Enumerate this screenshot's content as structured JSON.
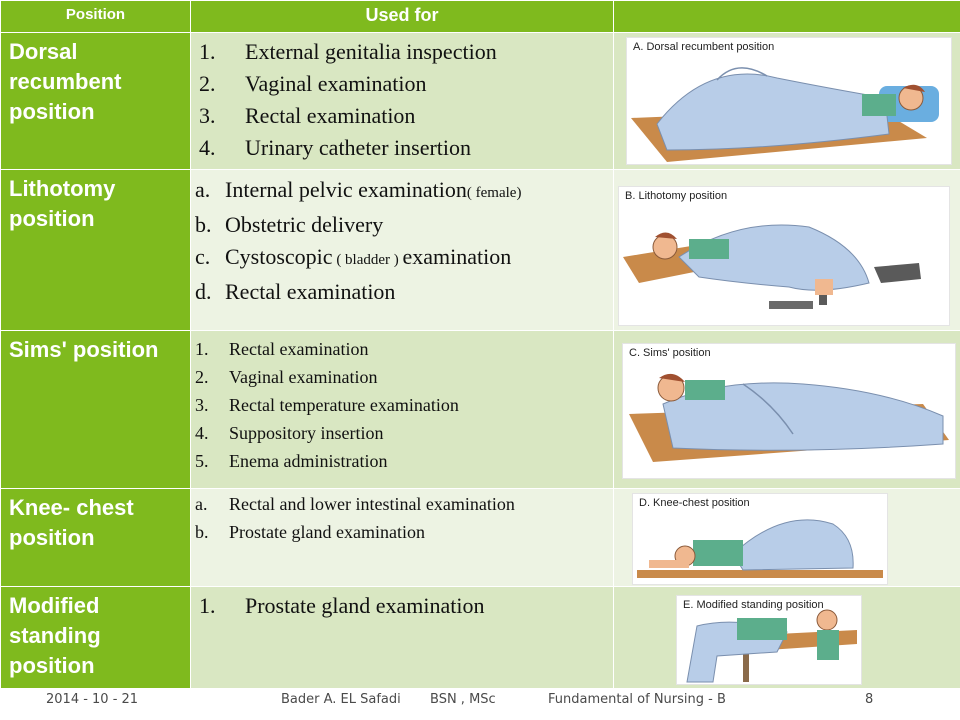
{
  "header": {
    "position_label": "Position",
    "used_for_label": "Used for",
    "image_label": ""
  },
  "rows": [
    {
      "position": "Dorsal recumbent position",
      "uses": [
        {
          "marker": "1.",
          "text": "External genitalia inspection"
        },
        {
          "marker": "2.",
          "text": "Vaginal examination"
        },
        {
          "marker": "3.",
          "text": "Rectal examination"
        },
        {
          "marker": "4.",
          "text": "Urinary catheter insertion"
        }
      ],
      "image_caption": "A. Dorsal recumbent position"
    },
    {
      "position": "Lithotomy position",
      "uses": [
        {
          "marker": "a.",
          "text": "Internal pelvic examination",
          "note": "( female)"
        },
        {
          "marker": "b.",
          "text": "Obstetric delivery"
        },
        {
          "marker": "c.",
          "text": "Cystoscopic",
          "note": " ( bladder ) ",
          "text2": "examination"
        },
        {
          "marker": "d.",
          "text": "Rectal examination"
        }
      ],
      "image_caption": "B. Lithotomy position"
    },
    {
      "position": "Sims' position",
      "uses": [
        {
          "marker": "1.",
          "text": "Rectal examination"
        },
        {
          "marker": "2.",
          "text": "Vaginal examination"
        },
        {
          "marker": "3.",
          "text": "Rectal temperature examination"
        },
        {
          "marker": "4.",
          "text": "Suppository insertion"
        },
        {
          "marker": "5.",
          "text": "Enema administration"
        }
      ],
      "image_caption": "C. Sims' position"
    },
    {
      "position": "Knee- chest position",
      "uses": [
        {
          "marker": "a.",
          "text": "Rectal and lower intestinal examination"
        },
        {
          "marker": "b.",
          "text": "Prostate gland examination"
        }
      ],
      "image_caption": "D. Knee-chest position"
    },
    {
      "position": "Modified standing position",
      "uses": [
        {
          "marker": "1.",
          "text": "Prostate gland examination"
        }
      ],
      "image_caption": "E. Modified standing position"
    }
  ],
  "footer": {
    "date": "2014 - 10 - 21",
    "author": "Bader A. EL Safadi",
    "degree": "BSN , MSc",
    "course": "Fundamental of Nursing - B",
    "page": "8"
  },
  "colors": {
    "accent": "#7fba1e",
    "row_dark": "#d9e7c2",
    "row_light": "#edf3e3",
    "sheet": "#b8cde8",
    "gown": "#5cae8c"
  },
  "icons": [
    "patient-illustration"
  ]
}
